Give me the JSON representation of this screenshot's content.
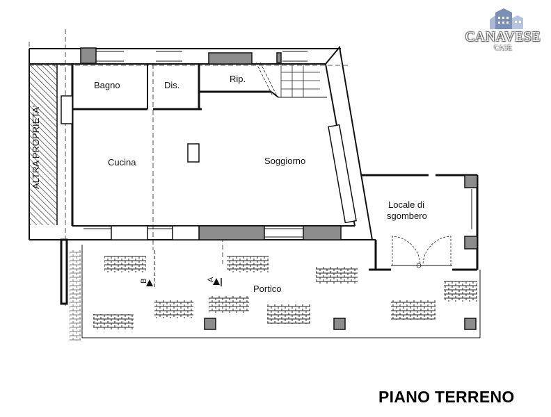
{
  "logo": {
    "word": "CANAVESE",
    "sub": "CASE"
  },
  "rooms": {
    "bagno": "Bagno",
    "dis": "Dis.",
    "rip": "Rip.",
    "cucina": "Cucina",
    "soggiorno": "Soggiorno",
    "locale_line1": "Locale di",
    "locale_line2": "sgombero",
    "portico": "Portico"
  },
  "side_label": "ALTRA PROPRIETA'",
  "section_marks": {
    "a": "A",
    "b": "B"
  },
  "title": "PIANO TERRENO",
  "colors": {
    "wall": "#1a1a1a",
    "wall_fill": "#8c8c8c",
    "hatch": "#333333"
  }
}
